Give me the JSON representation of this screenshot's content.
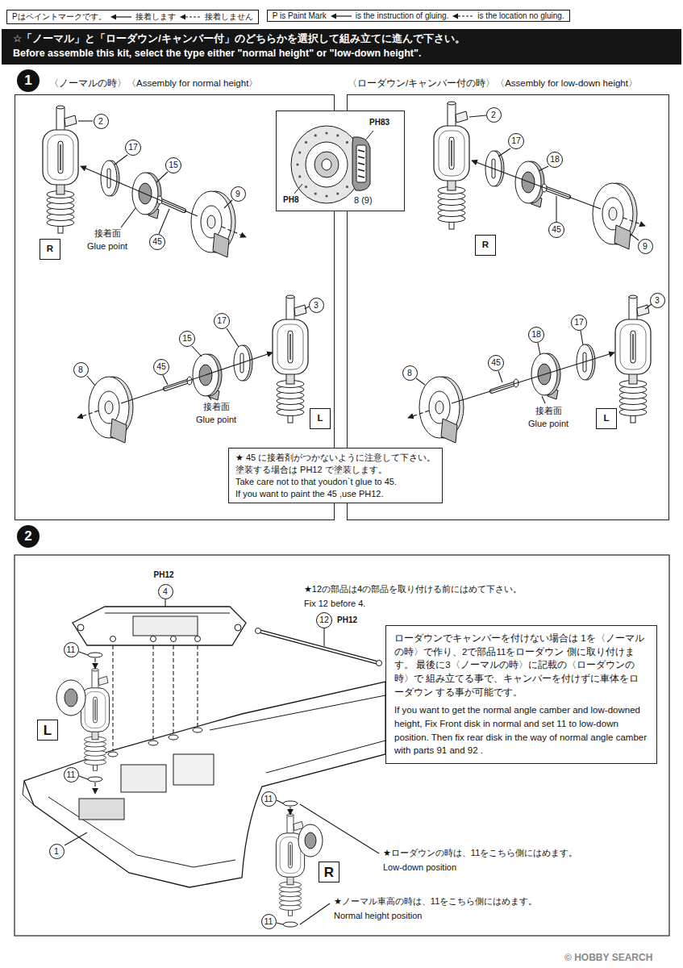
{
  "diagram": {
    "nodes": [
      {
        "text": [
          "Pはペイントマークです。",
          "接着します",
          "接着しません"
        ]
      },
      {
        "text": [
          "P is Paint Mark",
          "is the instruction of gluing.",
          "is the location no gluing."
        ]
      },
      {
        "text": [
          "☆「ノーマル」と「ローダウン/キャンバー付」のどちらかを選択して組み立てに進んで下さい。",
          "Before assemble this kit, select the type either \"normal height\" or \"low-down height\"."
        ]
      },
      {
        "text": [
          "〈ノーマルの時〉〈Assembly for normal height〉"
        ]
      },
      {
        "text": [
          "R"
        ],
        "in": 3
      },
      {
        "text": [
          "L"
        ],
        "in": 3
      },
      {
        "text": [
          "PH83",
          "PH8",
          "8 (9)"
        ]
      },
      {
        "text": [
          "〈ローダウン/キャンバー付の時〉〈Assembly for low-down height〉"
        ]
      },
      {
        "text": [
          "R"
        ],
        "in": 7
      },
      {
        "text": [
          "L"
        ],
        "in": 7
      },
      {
        "text": [
          "★ 45 に接着剤がつかないように注意して下さい。",
          "塗装する場合は PH12 で塗装します。",
          "Take care not to that youdon`t glue to 45.",
          "If you want to paint the 45 ,use PH12."
        ]
      },
      {
        "text": [
          "L"
        ]
      },
      {
        "text": [
          "R"
        ]
      },
      {
        "text": [
          "ローダウンでキャンバーを付けない場合は 1を〈ノーマルの時〉で作り、2で部品11をローダウン 側に取り付けます。 最後に3〈ノーマルの時〉に記載の〈ローダウンの時〉で 組み立てる事で、キャンバーを付けずに車体をローダウン する事が可能です。",
          "If you want to get the normal angle camber and low-downed height, Fix Front disk in normal and set 11 to low-down position. Then fix rear disk in the way of normal angle camber with parts 91 and 92 ."
        ]
      }
    ],
    "labels": [
      "1",
      "2",
      "17",
      "15",
      "9",
      "接着面",
      "Glue point",
      "45",
      "17",
      "15",
      "3",
      "45",
      "8",
      "接着面",
      "Glue point",
      "2",
      "17",
      "18",
      "9",
      "45",
      "17",
      "18",
      "3",
      "45",
      "8",
      "接着面",
      "Glue point",
      "2",
      "PH12",
      "4",
      "★12の部品は4の部品を取り付ける前にはめて下さい。",
      "Fix 12 before 4.",
      "12",
      "PH12",
      "11",
      "11",
      "1",
      "11",
      "★ローダウンの時は、11をこちら側にはめます。",
      "Low-down position",
      "11",
      "★ノーマル車高の時は、11をこちら側にはめます。",
      "Normal height position",
      "© HOBBY SEARCH"
    ]
  }
}
